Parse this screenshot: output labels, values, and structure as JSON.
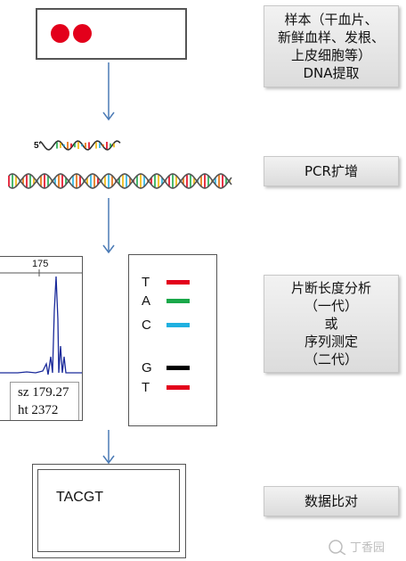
{
  "steps": {
    "extraction": "样本（干血片、\n新鲜血样、发根、\n上皮细胞等）\nDNA提取",
    "pcr": "PCR扩增",
    "analysis": "片断长度分析\n（一代）\n或\n序列测定\n（二代）",
    "compare": "数据比对"
  },
  "dna_label": "5'",
  "electropherogram": {
    "peak_label": "175",
    "readout_line1": "sz 179.27",
    "readout_line2": "ht 2372"
  },
  "sequence_legend": [
    {
      "letter": "T",
      "color": "#e3001b"
    },
    {
      "letter": "A",
      "color": "#1aa84a"
    },
    {
      "letter": "C",
      "color": "#1fb0e0"
    },
    {
      "letter": "",
      "color": ""
    },
    {
      "letter": "G",
      "color": "#000000"
    },
    {
      "letter": "T",
      "color": "#e3001b"
    }
  ],
  "result_sequence": "TACGT",
  "watermark": "丁香园",
  "colors": {
    "arrow": "#4a7ab5",
    "peak": "#1a2a9a",
    "red": "#e3001b"
  }
}
